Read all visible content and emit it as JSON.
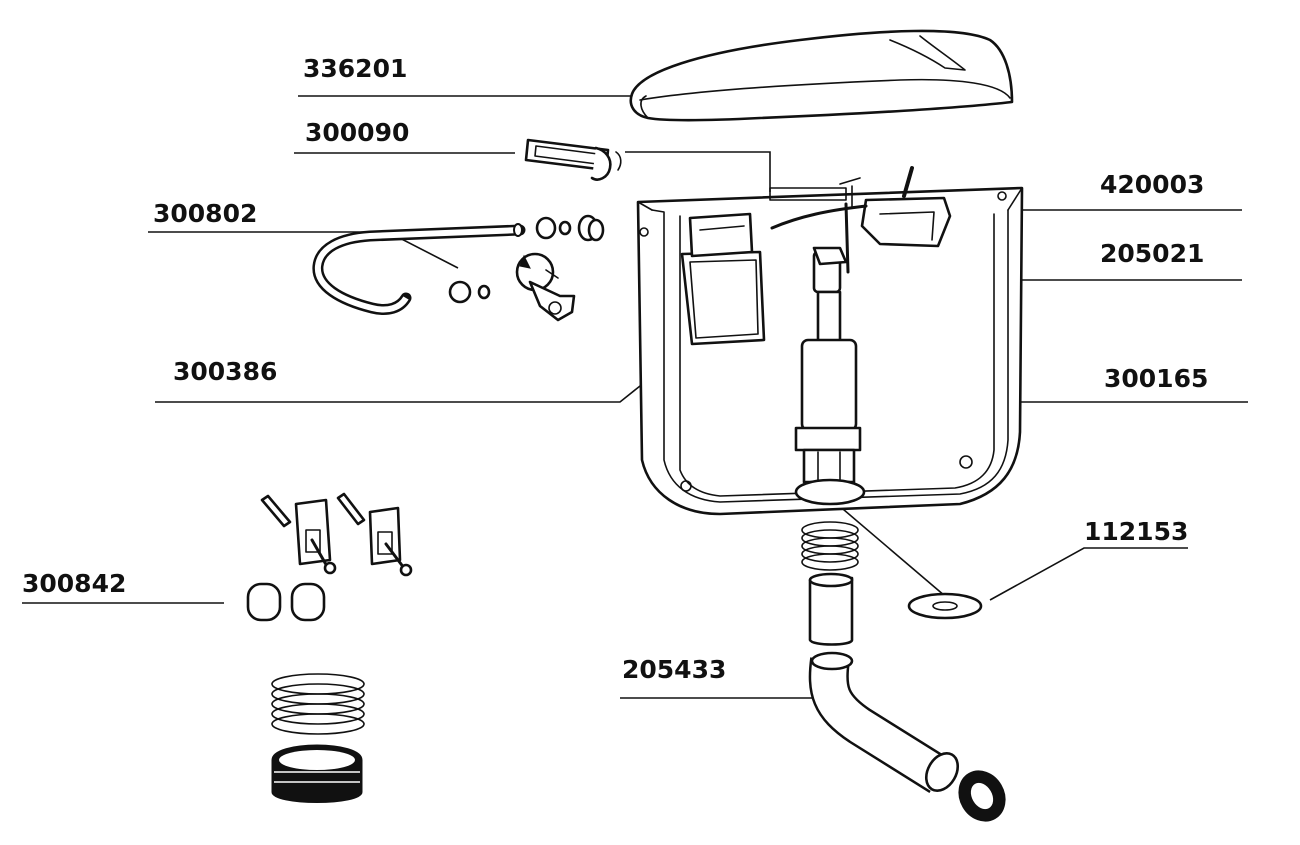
{
  "parts": {
    "p336201": "336201",
    "p300090": "300090",
    "p300802": "300802",
    "p300386": "300386",
    "p420003": "420003",
    "p205021": "205021",
    "p300165": "300165",
    "p112153": "112153",
    "p300842": "300842",
    "p205433": "205433"
  }
}
